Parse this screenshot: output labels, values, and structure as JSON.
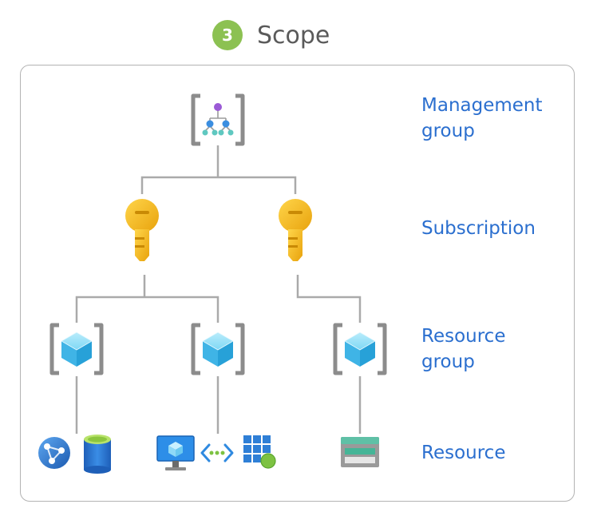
{
  "header": {
    "step_number": "3",
    "title": "Scope"
  },
  "levels": {
    "management_group": "Management\ngroup",
    "subscription": "Subscription",
    "resource_group": "Resource\ngroup",
    "resource": "Resource"
  },
  "colors": {
    "step_badge": "#8cc152",
    "label_text": "#2b6fcf",
    "connector": "#aaaaaa",
    "frame_border": "#b3b3b3",
    "key": "#f2b51c",
    "cube": "#5cc8ef",
    "bracket": "#8c8c8c"
  },
  "icons": {
    "management_group": "management-group-icon",
    "subscription": "key-icon",
    "resource_group": "resource-group-icon",
    "resources": [
      "globe-network-icon",
      "database-icon",
      "virtual-machine-icon",
      "network-interface-icon",
      "grid-app-icon",
      "storage-icon"
    ]
  }
}
